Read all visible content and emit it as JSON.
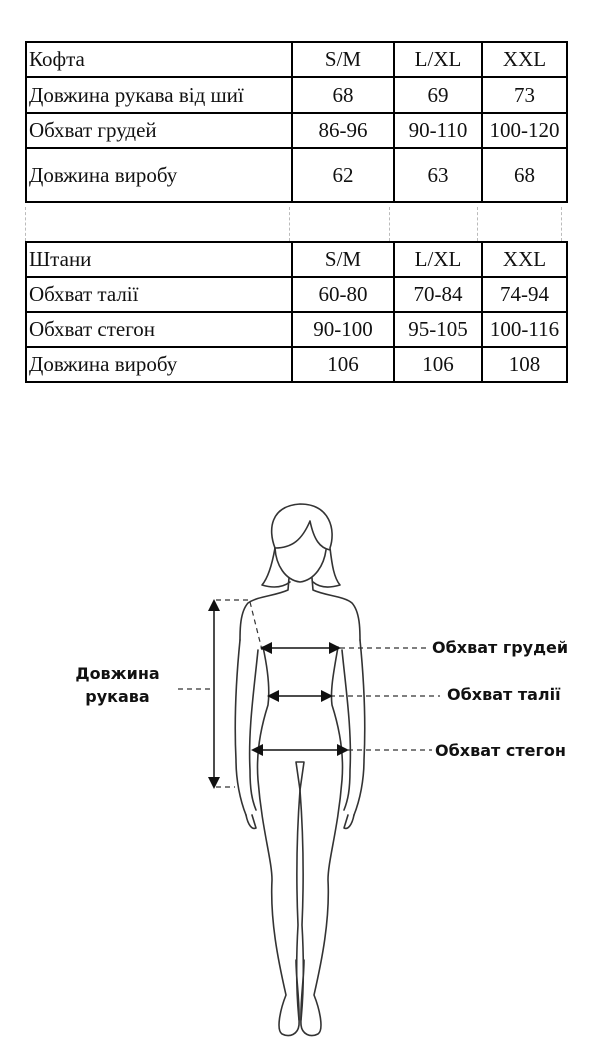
{
  "size_chart": {
    "top": {
      "header": [
        "Кофта",
        "S/M",
        "L/XL",
        "XXL"
      ],
      "rows": [
        [
          "Довжина рукава від шиї",
          "68",
          "69",
          "73"
        ],
        [
          "Обхват грудей",
          "86-96",
          "90-110",
          "100-120"
        ],
        [
          "Довжина виробу",
          "62",
          "63",
          "68"
        ]
      ]
    },
    "bottom": {
      "header": [
        "Штани",
        "S/M",
        "L/XL",
        "XXL"
      ],
      "rows": [
        [
          "Обхват талії",
          "60-80",
          "70-84",
          "74-94"
        ],
        [
          "Обхват стегон",
          "90-100",
          "95-105",
          "100-116"
        ],
        [
          "Довжина виробу",
          "106",
          "106",
          "108"
        ]
      ]
    }
  },
  "figure": {
    "labels": {
      "sleeve_line1": "Довжина",
      "sleeve_line2": "рукава",
      "chest": "Обхват грудей",
      "waist": "Обхват талії",
      "hips": "Обхват стегон"
    },
    "icon": "woman-body-outline-icon"
  }
}
